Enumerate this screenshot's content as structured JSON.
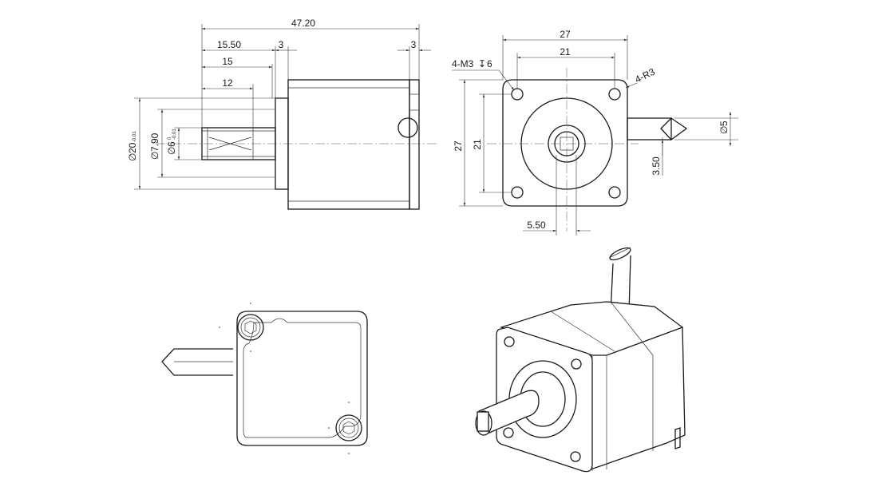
{
  "dimensions": {
    "overall_length": "47.20",
    "body_offset": "15.50",
    "shaft_length_15": "15",
    "flat_length": "12",
    "front_step": "3",
    "rear_step": "3",
    "flange_diameter": "20",
    "flange_tolerance": "-0.01",
    "hub_diameter": "7.90",
    "shaft_diameter_side": "6",
    "shaft_tolerance_upper": "0",
    "shaft_tolerance_lower": "-0.01",
    "frame_width": "27",
    "hole_spacing": "21",
    "frame_height": "27",
    "hole_spacing_vertical": "21",
    "mount_holes": "4-M3",
    "thread_depth": "6",
    "corner_radius": "4-R3",
    "shaft_diameter_end": "5",
    "flat_depth": "3.50",
    "shaft_offset": "5.50"
  },
  "symbols": {
    "diameter": "∅",
    "depth": "↧"
  }
}
